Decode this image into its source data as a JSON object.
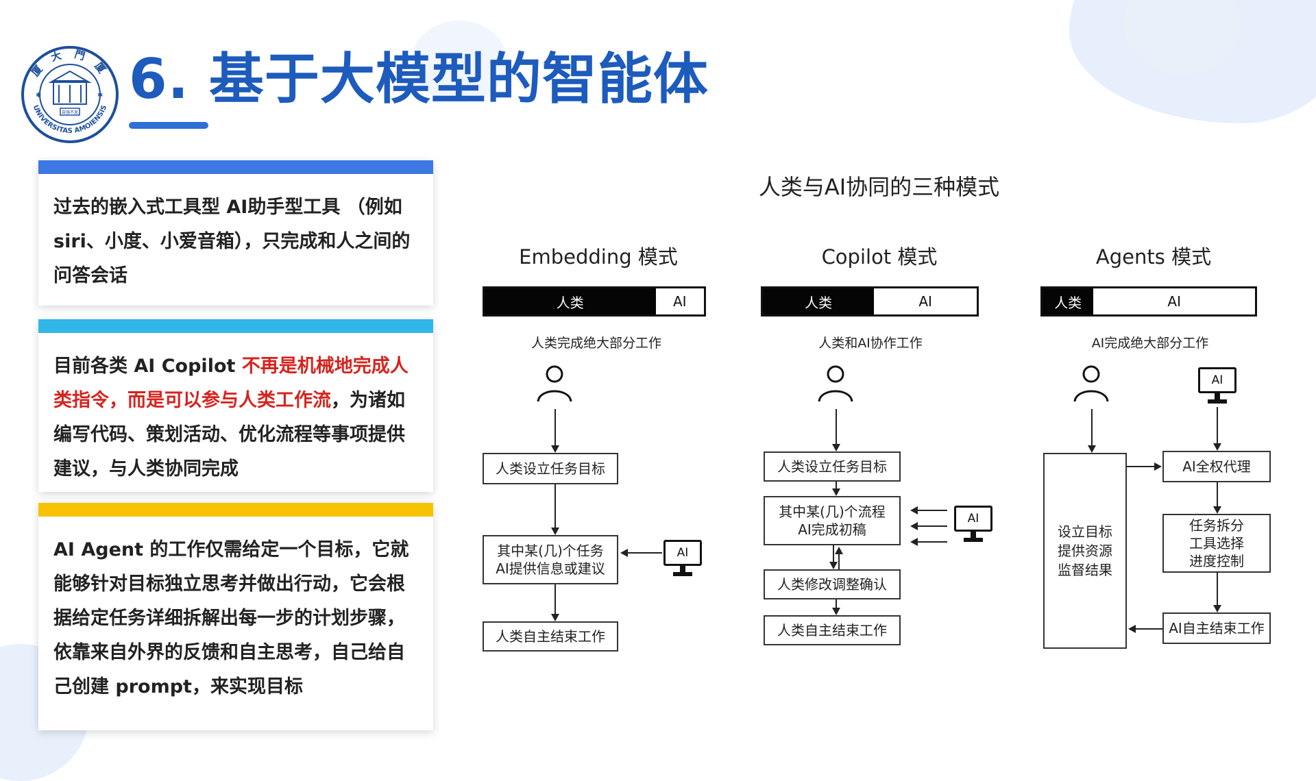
{
  "slide": {
    "title": "6. 基于大模型的智能体",
    "logo": {
      "top_text": "厦 大 門 厦",
      "bottom_text": "UNIVERSITAS AMOIENSIS",
      "seal_text": "自强不息"
    }
  },
  "cards": [
    {
      "segments": [
        "过去的嵌入式工具型 AI助手型工具 （例如 siri、小度、小爱音箱），只完成和人之间的问答会话"
      ]
    },
    {
      "segments": [
        "目前各类 AI Copilot ",
        "不再是机械地完成人类指令，而是可以参与人类工作流",
        "，为诸如编写代码、策划活动、优化流程等事项提供建议，与人类协同完成"
      ]
    },
    {
      "segments": [
        "AI Agent 的工作仅需给定一个目标，它就能够针对目标独立思考并做出行动，它会根据给定任务详细拆解出每一步的计划步骤，依靠来自外界的反馈和自主思考，自己给自己创建 prompt，来实现目标"
      ]
    }
  ],
  "diagram": {
    "title": "人类与AI协同的三种模式",
    "colors": {
      "human_bar": "#050505",
      "accent_red": "#d6231e"
    },
    "modes": [
      {
        "name": "Embedding 模式",
        "human_label": "人类",
        "ai_label": "AI",
        "human_share": 0.78,
        "caption": "人类完成绝大部分工作",
        "steps": [
          "人类设立任务目标",
          "其中某(几)个任务\nAI提供信息或建议",
          "人类自主结束工作"
        ],
        "monitor_label": "AI"
      },
      {
        "name": "Copilot 模式",
        "human_label": "人类",
        "ai_label": "AI",
        "human_share": 0.52,
        "caption": "人类和AI协作工作",
        "steps": [
          "人类设立任务目标",
          "其中某(几)个流程\nAI完成初稿",
          "人类修改调整确认",
          "人类自主结束工作"
        ],
        "monitor_label": "AI"
      },
      {
        "name": "Agents 模式",
        "human_label": "人类",
        "ai_label": "AI",
        "human_share": 0.24,
        "caption": "AI完成绝大部分工作",
        "human_box": "设立目标\n提供资源\n监督结果",
        "steps": [
          "AI全权代理",
          "任务拆分\n工具选择\n进度控制",
          "AI自主结束工作"
        ],
        "monitor_label": "AI"
      }
    ]
  }
}
